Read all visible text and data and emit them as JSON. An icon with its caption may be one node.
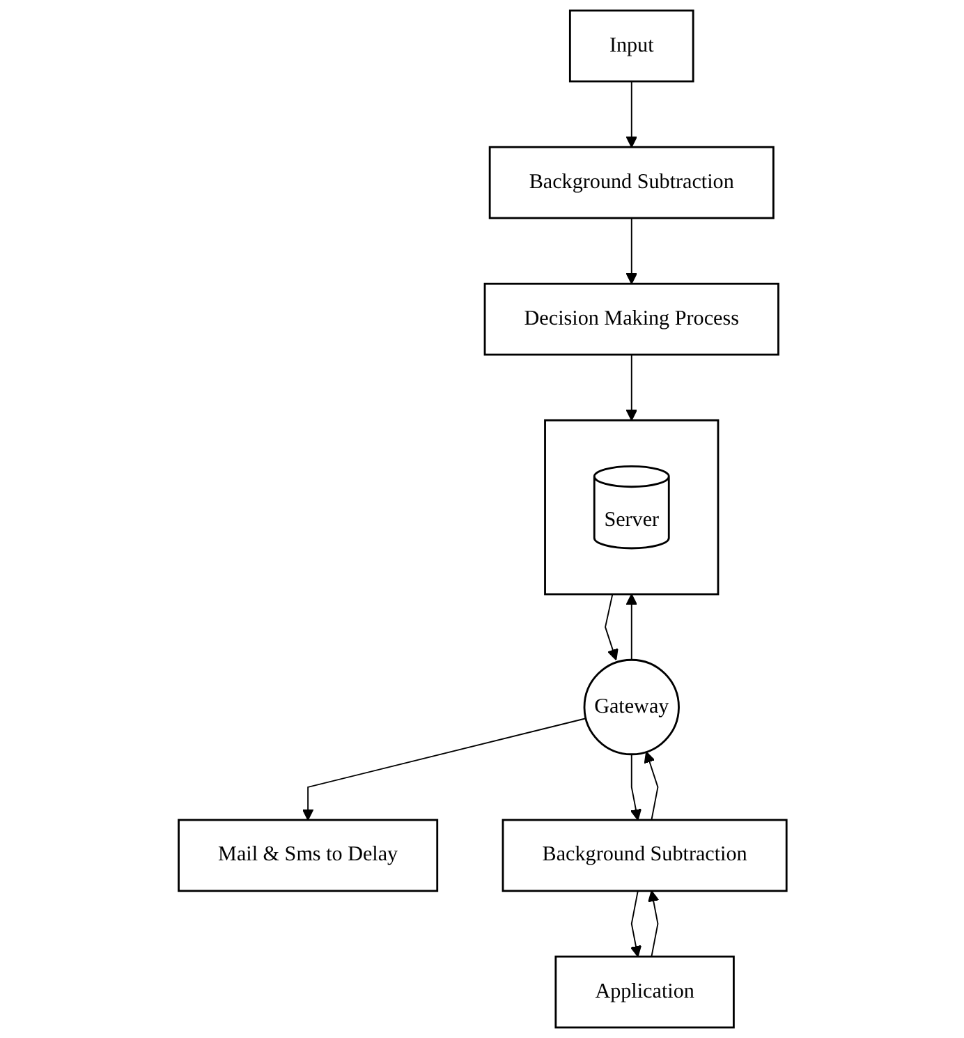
{
  "diagram": {
    "nodes": [
      {
        "text": [
          "Input"
        ]
      },
      {
        "text": [
          "Background Subtraction"
        ]
      },
      {
        "text": [
          "Decision Making Process"
        ]
      },
      {
        "text": [],
        "shape": "box"
      },
      {
        "text": [
          "Server"
        ],
        "in": 3
      },
      {
        "text": [
          "Gateway"
        ]
      },
      {
        "text": [
          "Mail & Sms to Delay"
        ]
      },
      {
        "text": [
          "Application"
        ]
      },
      {
        "text": [
          "Background Subtraction"
        ]
      }
    ],
    "edges": [
      {
        "from": 0,
        "to": 1,
        "arrow": "to"
      },
      {
        "from": 1,
        "to": 2,
        "arrow": "to"
      },
      {
        "from": 2,
        "to": 3,
        "arrow": "to"
      },
      {
        "from": 5,
        "to": 3,
        "arrow": "to"
      },
      {
        "from": 3,
        "to": 5,
        "arrow": "to"
      },
      {
        "from": 5,
        "to": 6,
        "arrow": "to"
      },
      {
        "from": 8,
        "to": 5,
        "arrow": "to"
      },
      {
        "from": 5,
        "to": 8,
        "arrow": "to"
      },
      {
        "from": 7,
        "to": 8,
        "arrow": "to"
      },
      {
        "from": 8,
        "to": 7,
        "arrow": "to"
      }
    ]
  }
}
